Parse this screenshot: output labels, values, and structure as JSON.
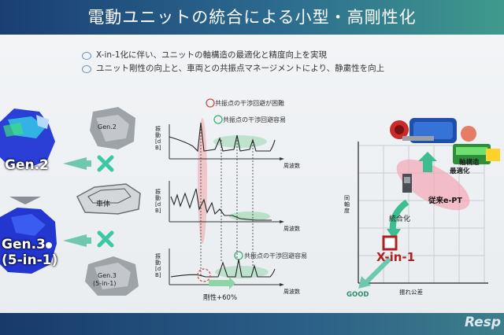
{
  "header": {
    "title": "電動ユニットの統合による小型・高剛性化"
  },
  "bullets": [
    "X-in-1化に伴い、ユニットの軸構造の最適化と精度向上を実現",
    "ユニット剛性の向上と、車両との共振点マネージメントにより、静粛性を向上"
  ],
  "left": {
    "gen2_label": "Gen.2",
    "gen3_label": "Gen.3",
    "gen3_sub": "(5-in-1)",
    "gen2_part_label": "Gen.2",
    "body_label": "車体",
    "gen3_part_label": "Gen.3",
    "gen3_part_sub": "(5-in-1)"
  },
  "middle": {
    "legend_bad": "共振点の干渉回避が困難",
    "legend_good": "共振点の干渉回避容易",
    "legend_good2": "共振点の干渉回避容易",
    "ylabel": "振動[dB]",
    "xlabel": "周波数",
    "stiffness_label": "剛性+60%"
  },
  "right": {
    "axis_label": "同軸度",
    "x_label": "振れ公差",
    "label_shaft": "軸構造",
    "label_opt": "最適化",
    "label_conv": "従来e-PT",
    "label_integ": "統合化",
    "label_xin1": "X-in-1",
    "label_good": "GOOD"
  },
  "watermark": "Resp"
}
